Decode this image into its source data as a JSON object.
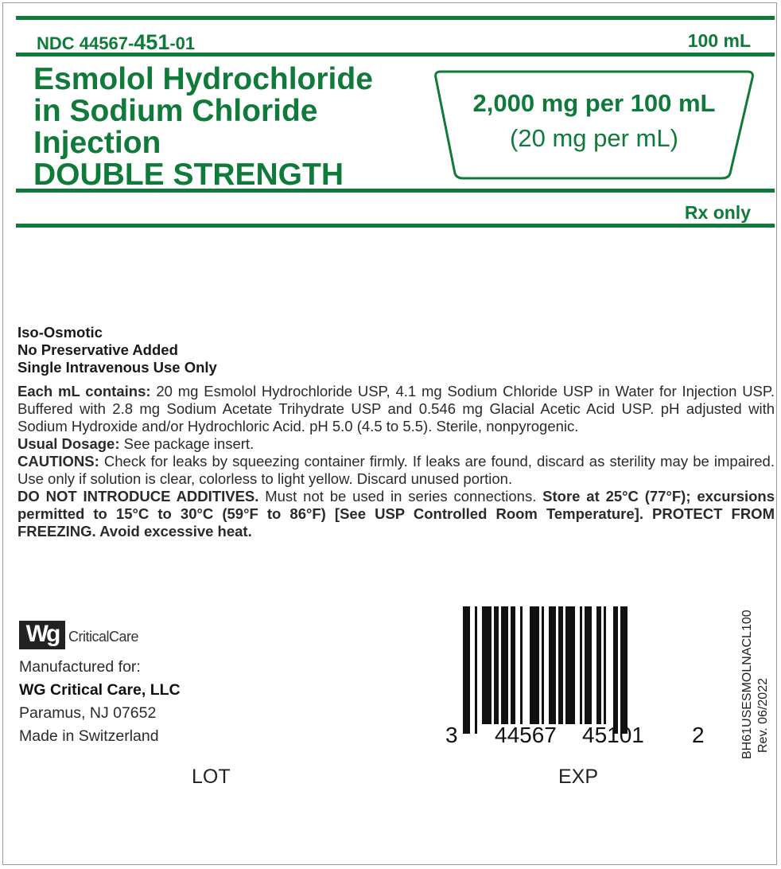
{
  "header": {
    "ndc_prefix": "NDC 44567-",
    "ndc_product": "451",
    "ndc_suffix": "-01",
    "volume": "100 mL"
  },
  "product": {
    "name_line1": "Esmolol Hydrochloride",
    "name_line2": "in Sodium Chloride",
    "name_line3": "Injection",
    "name_line4": "DOUBLE STRENGTH",
    "strength_line1": "2,000 mg per 100 mL",
    "strength_line2": "(20 mg per mL)"
  },
  "rx": "Rx only",
  "properties": {
    "line1": "Iso-Osmotic",
    "line2": "No Preservative Added",
    "line3": "Single Intravenous Use Only"
  },
  "composition": {
    "label": "Each mL contains:",
    "text": " 20 mg Esmolol Hydrochloride USP, 4.1 mg Sodium Chloride USP in Water for Injection USP. Buffered with 2.8 mg Sodium Acetate Trihydrate USP and 0.546 mg Glacial Acetic Acid USP. pH adjusted with Sodium Hydroxide and/or Hydrochloric Acid. pH 5.0 (4.5 to 5.5). Sterile, nonpyrogenic."
  },
  "dosage": {
    "label": "Usual Dosage:",
    "text": " See package insert."
  },
  "cautions": {
    "label": "CAUTIONS:",
    "text": " Check for leaks by squeezing container firmly. If leaks are found, discard as sterility may be impaired. Use only if solution is clear, colorless to light yellow. Discard unused portion."
  },
  "storage": {
    "label1": "DO NOT INTRODUCE ADDITIVES.",
    "text1": " Must not be used in series connections. ",
    "label2": "Store at 25°C (77°F); excursions permitted to 15°C to 30°C (59°F to 86°F) [See USP Controlled Room Temperature]. PROTECT FROM FREEZING. Avoid excessive heat."
  },
  "logo": {
    "mark": "Wg",
    "text": "CriticalCare"
  },
  "manufacturer": {
    "label": "Manufactured for:",
    "name": "WG Critical Care, LLC",
    "city": "Paramus, NJ 07652",
    "origin": "Made in Switzerland"
  },
  "fields": {
    "lot": "LOT",
    "exp": "EXP"
  },
  "barcode": {
    "digit_left": "3",
    "group1": "44567",
    "group2": "45101",
    "digit_right": "2"
  },
  "side_text": {
    "code": "BH61USESMOLNACL100",
    "revision": "Rev. 06/2022"
  }
}
